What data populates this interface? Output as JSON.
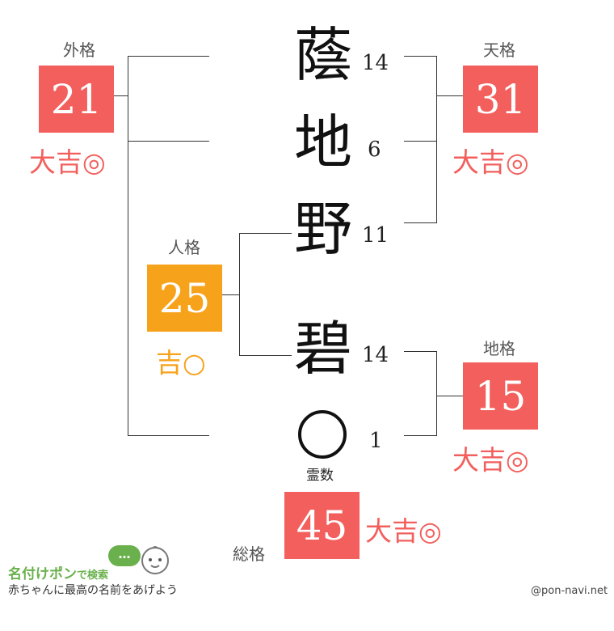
{
  "name": {
    "characters": [
      {
        "char": "蔭",
        "strokes": "14"
      },
      {
        "char": "地",
        "strokes": "6"
      },
      {
        "char": "野",
        "strokes": "11"
      },
      {
        "char": "碧",
        "strokes": "14"
      }
    ],
    "reisuu": {
      "strokes": "1",
      "label": "霊数"
    }
  },
  "kaku": {
    "gaikaku": {
      "label": "外格",
      "value": "21",
      "fortune": "大吉◎",
      "box_color": "#f25f5c",
      "text_color": "#f25f5c"
    },
    "tenkaku": {
      "label": "天格",
      "value": "31",
      "fortune": "大吉◎",
      "box_color": "#f25f5c",
      "text_color": "#f25f5c"
    },
    "jinkaku": {
      "label": "人格",
      "value": "25",
      "fortune": "吉○",
      "box_color": "#f7a21b",
      "text_color": "#f7a21b"
    },
    "chikaku": {
      "label": "地格",
      "value": "15",
      "fortune": "大吉◎",
      "box_color": "#f25f5c",
      "text_color": "#f25f5c"
    },
    "soukaku": {
      "label": "総格",
      "value": "45",
      "fortune": "大吉◎",
      "box_color": "#f25f5c",
      "text_color": "#f25f5c"
    }
  },
  "branding": {
    "logo": "名付けポン",
    "logo_suffix": "で検索",
    "bubble": "…",
    "tagline": "赤ちゃんに最高の名前をあげよう",
    "credit": "@pon-navi.net"
  }
}
